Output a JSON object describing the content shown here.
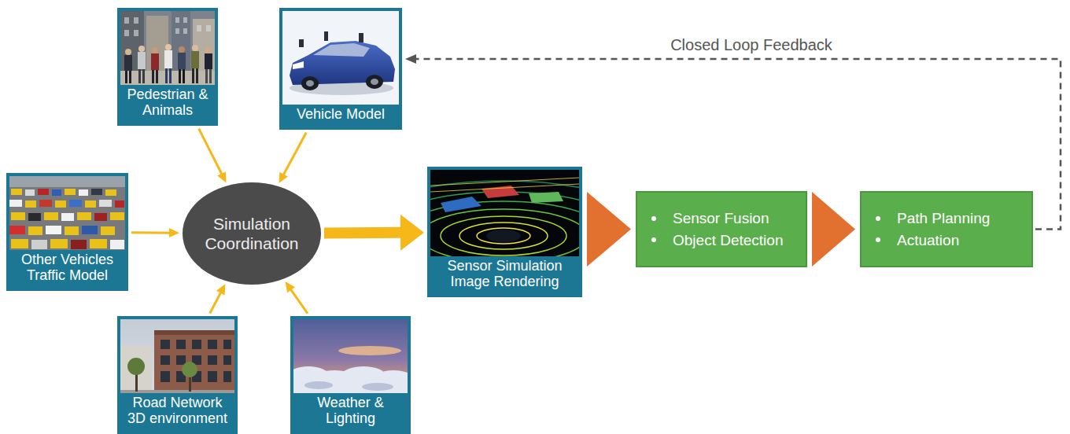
{
  "diagram": {
    "nodes": [
      {
        "text": [
          "Pedestrian & Animals"
        ]
      },
      {
        "text": [
          "Vehicle Model"
        ]
      },
      {
        "text": [
          "Other Vehicles Traffic Model"
        ]
      },
      {
        "text": [
          "Simulation Coordination"
        ]
      },
      {
        "text": [
          "Sensor Simulation Image Rendering"
        ]
      },
      {
        "text": [
          "Sensor Fusion",
          "Object Detection"
        ]
      },
      {
        "text": [
          "Path Planning",
          "Actuation"
        ]
      },
      {
        "text": [
          "Road Network 3D environment"
        ]
      },
      {
        "text": [
          "Weather & Lighting"
        ]
      }
    ],
    "edges": [
      {
        "from": 0,
        "to": 3,
        "arrow": "to"
      },
      {
        "from": 1,
        "to": 3,
        "arrow": "to"
      },
      {
        "from": 2,
        "to": 3,
        "arrow": "to"
      },
      {
        "from": 7,
        "to": 3,
        "arrow": "to"
      },
      {
        "from": 8,
        "to": 3,
        "arrow": "to"
      },
      {
        "from": 3,
        "to": 4,
        "arrow": "to"
      },
      {
        "from": 4,
        "to": 5,
        "arrow": "to"
      },
      {
        "from": 5,
        "to": 6,
        "arrow": "to"
      },
      {
        "from": 6,
        "to": 1,
        "arrow": "to",
        "label": "Closed Loop Feedback"
      }
    ]
  }
}
